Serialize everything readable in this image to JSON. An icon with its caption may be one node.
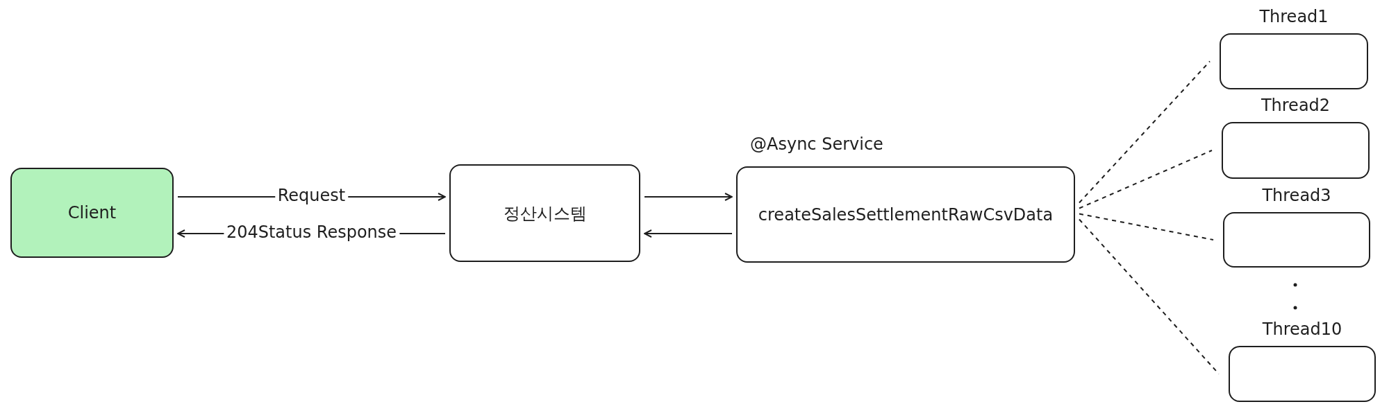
{
  "diagram": {
    "nodes": [
      {
        "text": [
          "Client"
        ]
      },
      {
        "text": [
          "정산시스템"
        ]
      },
      {
        "text": [
          "@Async Service",
          "createSalesSettlementRawCsvData"
        ]
      },
      {
        "text": [
          "Thread1"
        ]
      },
      {
        "text": [
          "Thread2"
        ]
      },
      {
        "text": [
          "Thread3"
        ]
      },
      {
        "text": [
          "Thread10"
        ]
      }
    ],
    "edges": [
      {
        "from": 0,
        "to": 1,
        "arrow": "to",
        "label": "Request"
      },
      {
        "from": 1,
        "to": 0,
        "arrow": "to",
        "label": "204Status Response"
      },
      {
        "from": 1,
        "to": 2,
        "arrow": "to"
      },
      {
        "from": 2,
        "to": 1,
        "arrow": "to"
      },
      {
        "from": 2,
        "to": 3,
        "arrow": "none",
        "style": "dashed"
      },
      {
        "from": 2,
        "to": 4,
        "arrow": "none",
        "style": "dashed"
      },
      {
        "from": 2,
        "to": 5,
        "arrow": "none",
        "style": "dashed"
      },
      {
        "from": 2,
        "to": 6,
        "arrow": "none",
        "style": "dashed"
      }
    ]
  }
}
